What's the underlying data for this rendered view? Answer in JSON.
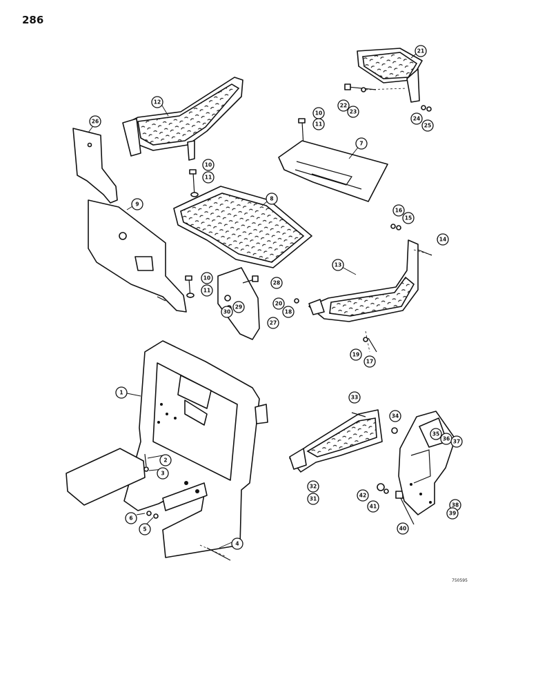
{
  "page": {
    "number": "286",
    "figure_code": "750595"
  },
  "callouts": [
    {
      "label": "1"
    },
    {
      "label": "2"
    },
    {
      "label": "3"
    },
    {
      "label": "4"
    },
    {
      "label": "5"
    },
    {
      "label": "6"
    },
    {
      "label": "7"
    },
    {
      "label": "8"
    },
    {
      "label": "9"
    },
    {
      "label": "10"
    },
    {
      "label": "11"
    },
    {
      "label": "10"
    },
    {
      "label": "11"
    },
    {
      "label": "10"
    },
    {
      "label": "11"
    },
    {
      "label": "12"
    },
    {
      "label": "13"
    },
    {
      "label": "14"
    },
    {
      "label": "15"
    },
    {
      "label": "16"
    },
    {
      "label": "17"
    },
    {
      "label": "18"
    },
    {
      "label": "19"
    },
    {
      "label": "20"
    },
    {
      "label": "21"
    },
    {
      "label": "22"
    },
    {
      "label": "23"
    },
    {
      "label": "24"
    },
    {
      "label": "25"
    },
    {
      "label": "26"
    },
    {
      "label": "27"
    },
    {
      "label": "28"
    },
    {
      "label": "29"
    },
    {
      "label": "30"
    },
    {
      "label": "31"
    },
    {
      "label": "32"
    },
    {
      "label": "33"
    },
    {
      "label": "34"
    },
    {
      "label": "35"
    },
    {
      "label": "36"
    },
    {
      "label": "37"
    },
    {
      "label": "38"
    },
    {
      "label": "39"
    },
    {
      "label": "40"
    },
    {
      "label": "41"
    },
    {
      "label": "42"
    }
  ]
}
